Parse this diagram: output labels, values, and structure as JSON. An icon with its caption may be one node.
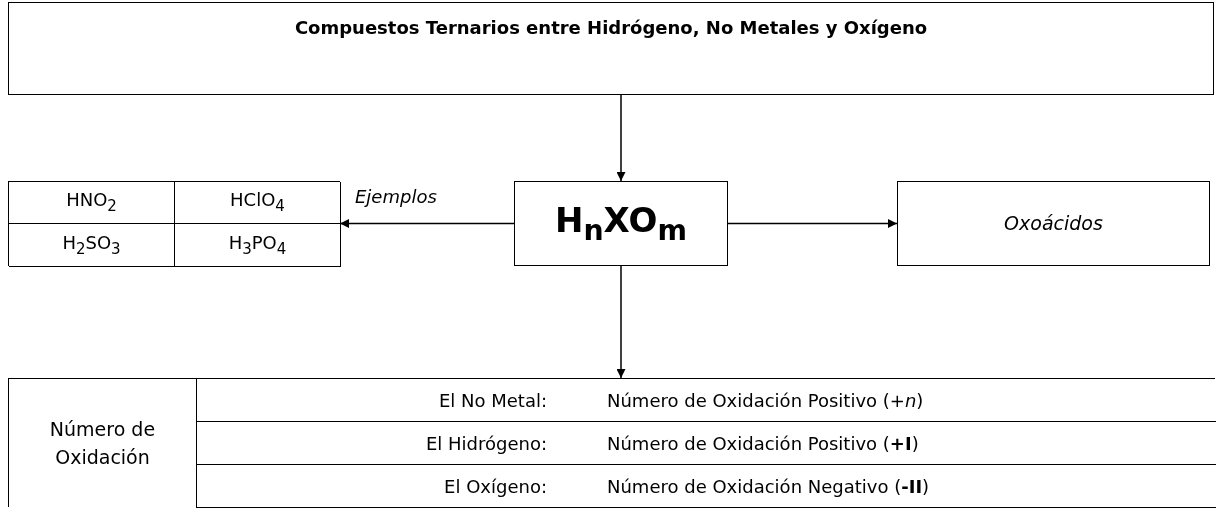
{
  "diagram": {
    "nodes": [
      {
        "text": [
          "Compuestos Ternarios entre Hidrógeno, No Metales y Oxígeno"
        ]
      },
      {
        "text": [],
        "shape": "box"
      },
      {
        "text": [
          "HNO$_{2}$"
        ],
        "in": 1
      },
      {
        "text": [
          "HClO$_{4}$"
        ],
        "in": 1
      },
      {
        "text": [
          "H$_{2}$SO$_{3}$"
        ],
        "in": 1
      },
      {
        "text": [
          "H$_{3}$PO$_{4}$"
        ],
        "in": 1
      },
      {
        "text": [
          "H$_{n}$XO$_{m}$"
        ]
      },
      {
        "text": [
          "Oxoácidos"
        ]
      },
      {
        "text": [],
        "shape": "box"
      },
      {
        "text": [
          "Número de Oxidación"
        ],
        "in": 8
      },
      {
        "text": [
          "El No Metal:",
          "Número de Oxidación Positivo (+*n*)"
        ],
        "in": 8
      },
      {
        "text": [
          "El Hidrógeno:",
          "Número de Oxidación Positivo (**+I**)"
        ],
        "in": 8
      },
      {
        "text": [
          "El Oxígeno:",
          "Número de Oxidación Negativo (**-II**)"
        ],
        "in": 8
      }
    ],
    "edges": [
      {
        "from": 0,
        "to": 6,
        "arrow": "to"
      },
      {
        "from": 6,
        "to": 1,
        "arrow": "to",
        "label": "Ejemplos"
      },
      {
        "from": 6,
        "to": 7,
        "arrow": "to"
      },
      {
        "from": 6,
        "to": 8,
        "arrow": "to"
      }
    ]
  }
}
